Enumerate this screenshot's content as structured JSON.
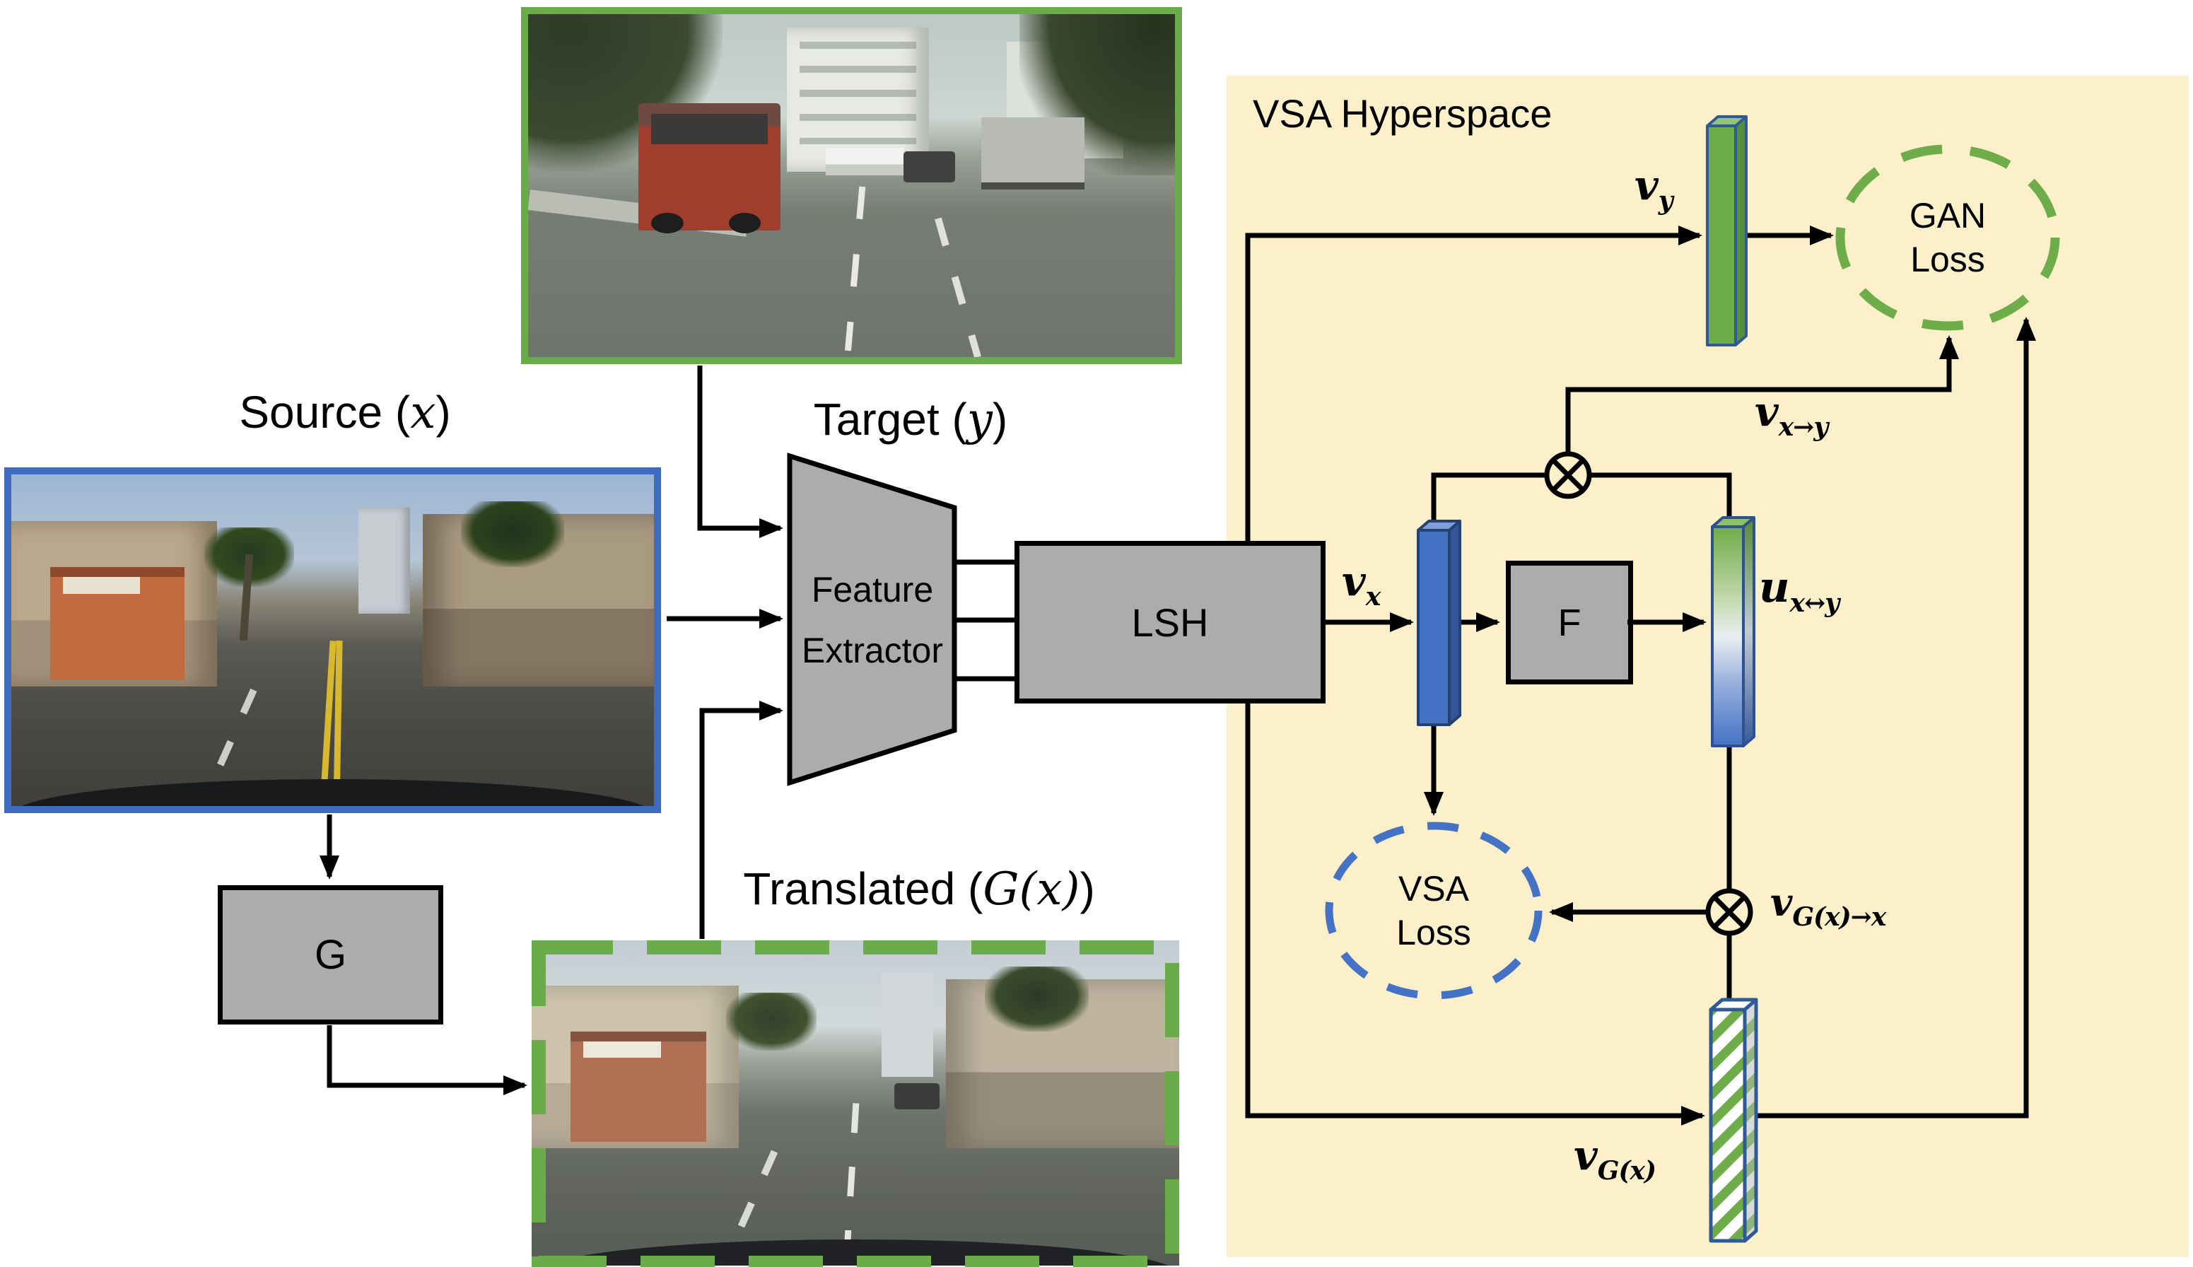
{
  "panel": {
    "title": "VSA Hyperspace"
  },
  "captions": {
    "source": {
      "pre": "Source (",
      "var": "x",
      "post": ")"
    },
    "target": {
      "pre": "Target (",
      "var": "y",
      "post": ")"
    },
    "translated": {
      "pre": "Translated (",
      "var": "G(x)",
      "post": ")"
    }
  },
  "nodes": {
    "generator": "G",
    "feature_extractor": {
      "line1": "Feature",
      "line2": "Extractor"
    },
    "lsh": "LSH",
    "binder_network": "F",
    "gan_loss": {
      "line1": "GAN",
      "line2": "Loss"
    },
    "vsa_loss": {
      "line1": "VSA",
      "line2": "Loss"
    }
  },
  "vectors": {
    "v_y": {
      "base": "v",
      "sub": "y"
    },
    "v_x": {
      "base": "v",
      "sub": "x"
    },
    "v_x_to_y": {
      "base": "v",
      "sub": "x→y"
    },
    "u_x_bi_y": {
      "base": "u",
      "sub": "x↔y"
    },
    "v_gx_to_x": {
      "base": "v",
      "sub": "G(x)→x"
    },
    "v_gx": {
      "base": "v",
      "sub": "G(x)"
    }
  },
  "operators": {
    "bind": "⊗"
  },
  "colors": {
    "hyperspace_bg": "#FCF0CB",
    "green": "#70AD47",
    "blue": "#4472C4",
    "blue_dark": "#2F528F",
    "gray_box": "#ACACAC",
    "source_border": "#3D6CC0",
    "target_border": "#6AAC49"
  }
}
